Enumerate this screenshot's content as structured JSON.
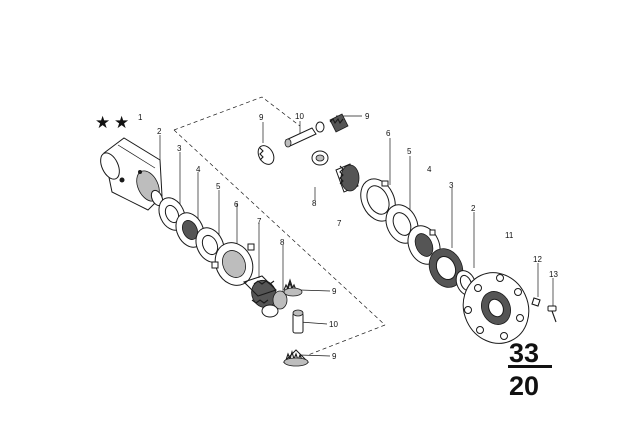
{
  "diagram": {
    "star_glyph": "★",
    "callouts": {
      "c1": "1",
      "c2_left": "2",
      "c3_left": "3",
      "c4_left": "4",
      "c5_left": "5",
      "c6_left": "6",
      "c7_left": "7",
      "c8_left": "8",
      "c9_bottom": "9",
      "c9_mid": "9",
      "c9_top_left": "9",
      "c9_top_right": "9",
      "c10_top": "10",
      "c10_bottom": "10",
      "c8_top": "8",
      "c6_right": "6",
      "c5_right": "5",
      "c4_right": "4",
      "c7_right": "7",
      "c3_right": "3",
      "c2_right": "2",
      "c11": "11",
      "c12": "12",
      "c13": "13"
    },
    "group_number_top": "33",
    "group_number_bottom": "20"
  }
}
